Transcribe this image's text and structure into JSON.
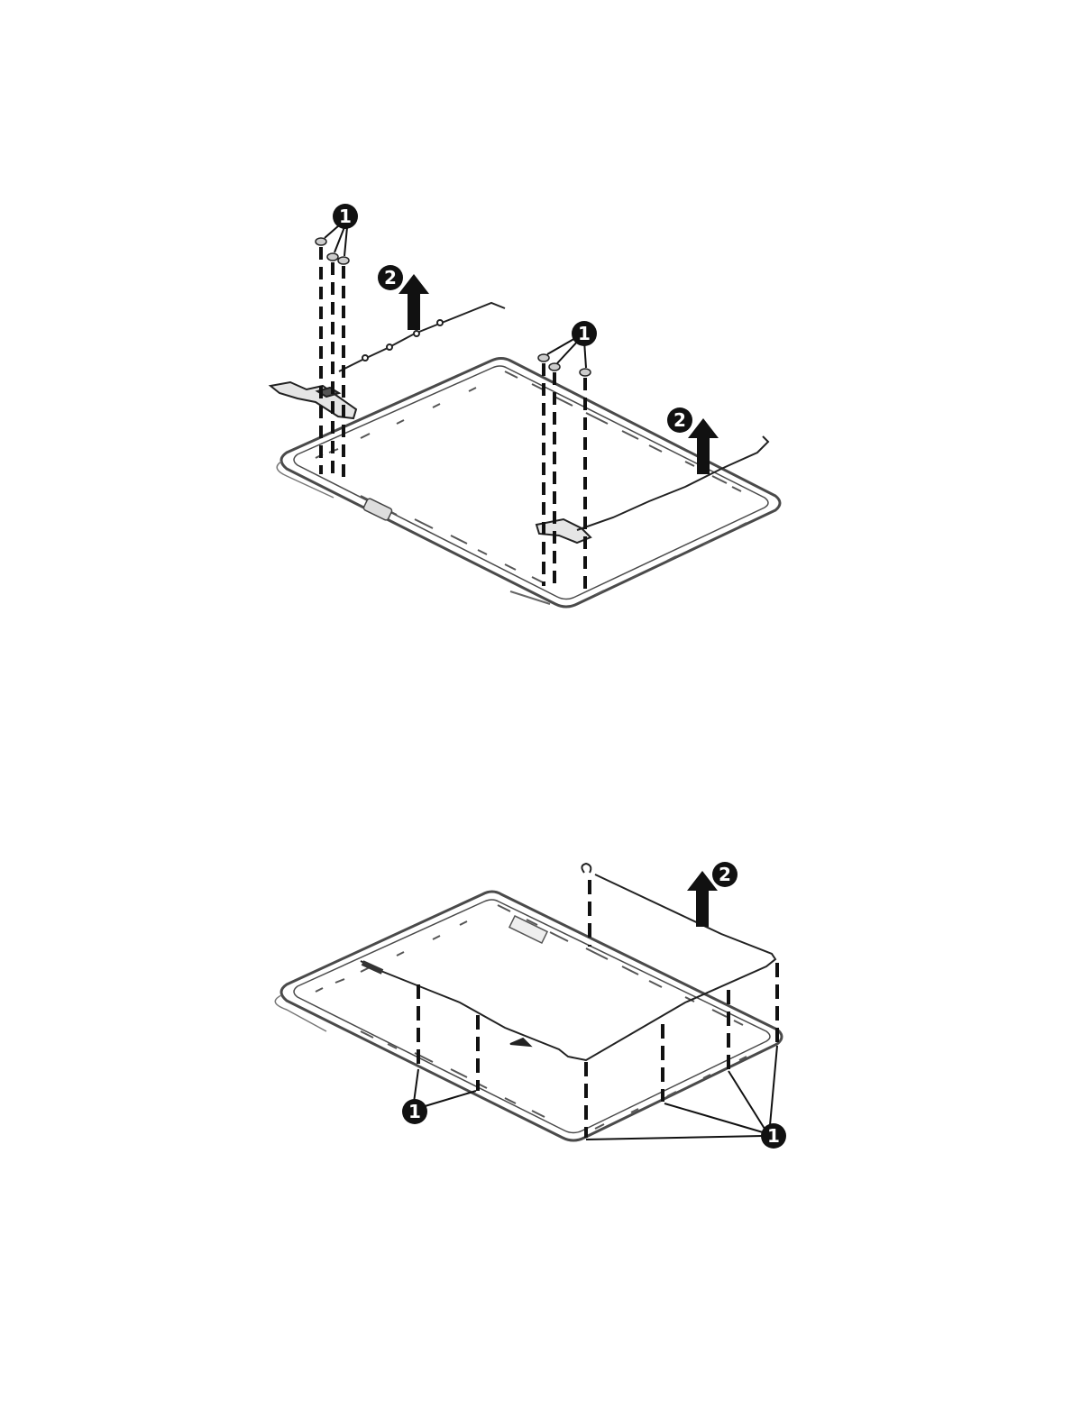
{
  "figures": [
    {
      "callouts": [
        {
          "label": "1",
          "meaning": "screws"
        },
        {
          "label": "2",
          "meaning": "lift-direction"
        },
        {
          "label": "1",
          "meaning": "screws"
        },
        {
          "label": "2",
          "meaning": "lift-direction"
        }
      ]
    },
    {
      "callouts": [
        {
          "label": "2",
          "meaning": "lift-direction"
        },
        {
          "label": "1",
          "meaning": "clips"
        },
        {
          "label": "1",
          "meaning": "clips"
        }
      ]
    }
  ],
  "colors": {
    "line": "#1a1a1a",
    "frame": "#4a4a4a",
    "frame_fill": "#ffffff",
    "callout_fill": "#111111",
    "callout_text": "#ffffff"
  }
}
